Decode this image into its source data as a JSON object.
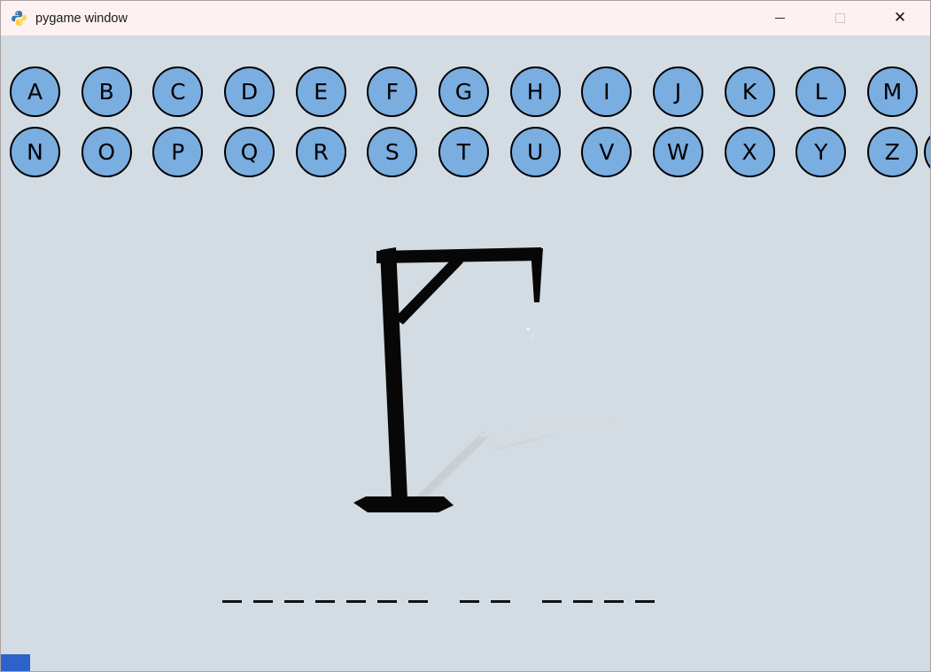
{
  "window": {
    "title": "pygame window",
    "close_glyph": "✕"
  },
  "letters": {
    "row1": [
      "A",
      "B",
      "C",
      "D",
      "E",
      "F",
      "G",
      "H",
      "I",
      "J",
      "K",
      "L",
      "M"
    ],
    "row2": [
      "N",
      "O",
      "P",
      "Q",
      "R",
      "S",
      "T",
      "U",
      "V",
      "W",
      "X",
      "Y",
      "Z"
    ]
  },
  "word_slots": {
    "groups": [
      7,
      2,
      4
    ],
    "placeholder_char": "_"
  },
  "colors": {
    "titlebar_bg": "#fdf1f1",
    "content_bg": "#d3dce3",
    "button_fill": "#7aade0",
    "button_border": "#000000",
    "gallows": "#070707",
    "gallows_shadow": "#c7cacc",
    "corner_accent": "#2c62c9"
  }
}
